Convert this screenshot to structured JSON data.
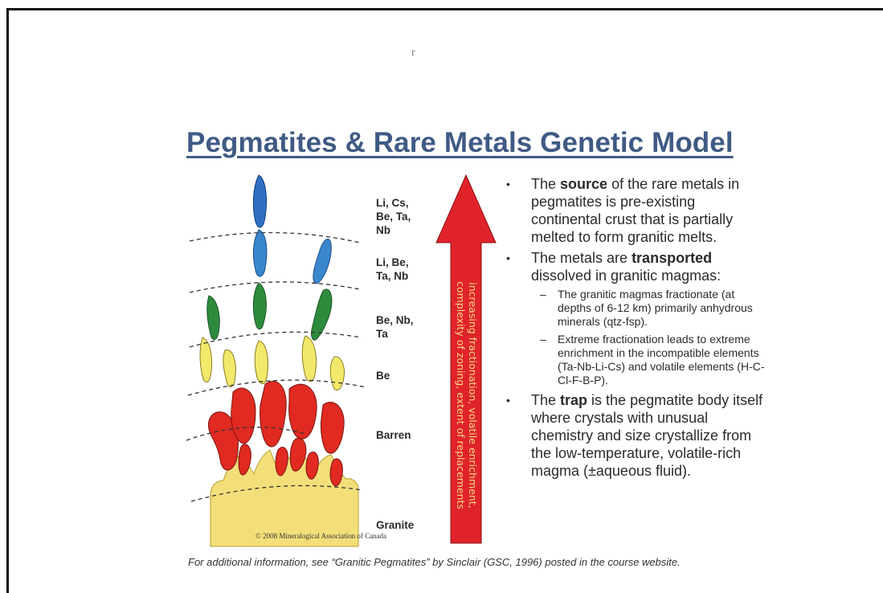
{
  "page": {
    "scan_mark": "r",
    "title": "Pegmatites & Rare Metals Genetic Model",
    "footer": "For additional information, see “Granitic Pegmatites” by Sinclair (GSC, 1996) posted in the course website."
  },
  "diagram": {
    "zones": [
      {
        "label": "Li, Cs,\nBe, Ta,\nNb",
        "color": "#2e6fc4"
      },
      {
        "label": "Li, Be,\nTa, Nb",
        "color": "#3a86cc"
      },
      {
        "label": "Be, Nb,\nTa",
        "color": "#2e8a3c"
      },
      {
        "label": "Be",
        "color": "#f2e86a"
      },
      {
        "label": "Barren",
        "color": "#e02a22"
      },
      {
        "label": "Granite",
        "color": "#f3df7a"
      }
    ],
    "arrow_text_line1": "increasing fractionation, volatile enrichment,",
    "arrow_text_line2": "complexity of zoning, extent of replacements",
    "copyright": "© 2008 Mineralogical Association of Canada",
    "arrow_color": "#e0232a"
  },
  "bullets": [
    {
      "prefix": "The ",
      "bold": "source",
      "suffix": " of the rare metals in pegmatites is pre-existing continental crust that is partially melted to form granitic melts."
    },
    {
      "prefix": "The metals are ",
      "bold": "transported",
      "suffix": " dissolved in granitic magmas:",
      "sub": [
        "The granitic magmas fractionate (at depths of 6-12 km) primarily anhydrous minerals (qtz-fsp).",
        "Extreme fractionation leads to extreme enrichment in the incompatible elements (Ta-Nb-Li-Cs) and volatile elements (H-C-Cl-F-B-P)."
      ]
    },
    {
      "prefix": "The ",
      "bold": "trap",
      "suffix": " is the pegmatite body itself where crystals with unusual chemistry and size crystallize from the low-temperature, volatile-rich magma (±aqueous fluid)."
    }
  ]
}
